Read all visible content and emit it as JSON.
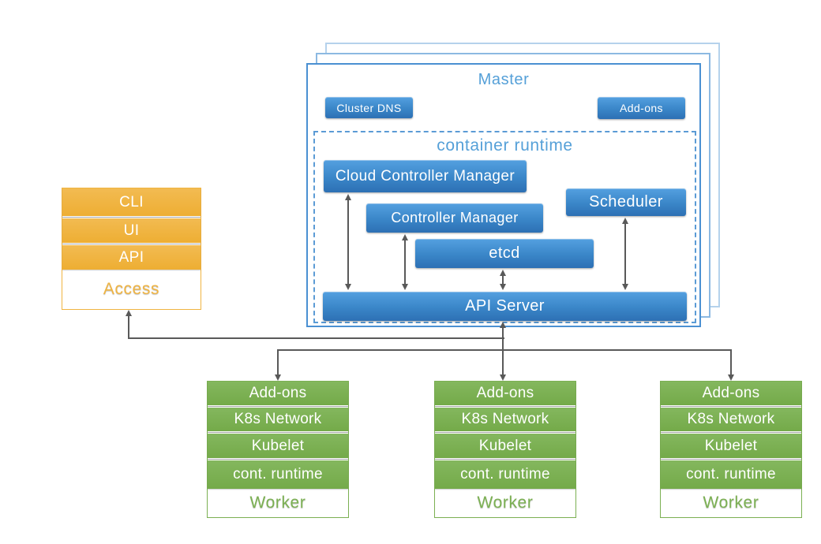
{
  "colors": {
    "component_blue": "#3a86c8",
    "title_blue": "#55a0d8",
    "border_blue": "#4a90d2",
    "dashed_blue": "#5b9bd5",
    "access_orange": "#f0b441",
    "worker_green": "#7bb052",
    "arrow_gray": "#595959"
  },
  "master": {
    "title": "Master",
    "cluster_dns_label": "Cluster DNS",
    "addons_label": "Add-ons",
    "container_runtime_title": "container runtime",
    "components": {
      "cloud_controller_manager": "Cloud Controller Manager",
      "controller_manager": "Controller Manager",
      "etcd": "etcd",
      "scheduler": "Scheduler",
      "api_server": "API Server"
    }
  },
  "access_stack": {
    "rows": [
      "CLI",
      "UI",
      "API"
    ],
    "label": "Access"
  },
  "workers": [
    {
      "rows": [
        "Add-ons",
        "K8s Network",
        "Kubelet",
        "cont. runtime"
      ],
      "label": "Worker"
    },
    {
      "rows": [
        "Add-ons",
        "K8s Network",
        "Kubelet",
        "cont. runtime"
      ],
      "label": "Worker"
    },
    {
      "rows": [
        "Add-ons",
        "K8s Network",
        "Kubelet",
        "cont. runtime"
      ],
      "label": "Worker"
    }
  ]
}
